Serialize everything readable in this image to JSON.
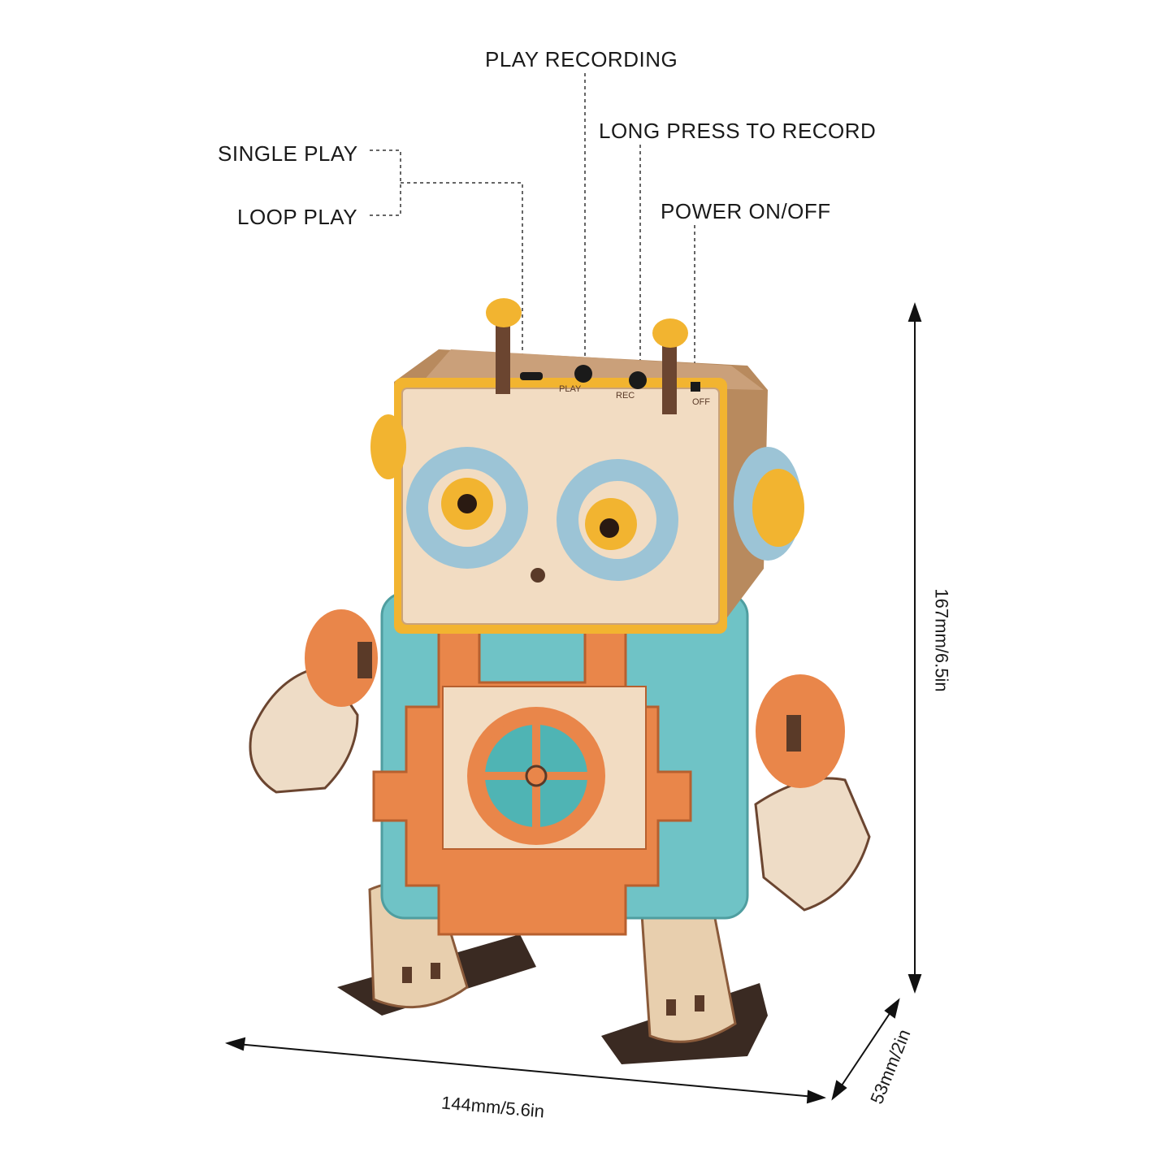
{
  "labels": {
    "play_recording": "PLAY RECORDING",
    "long_press": "LONG PRESS TO RECORD",
    "single_play": "SINGLE PLAY",
    "loop_play": "LOOP PLAY",
    "power": "POWER ON/OFF"
  },
  "buttons": {
    "play": "PLAY",
    "rec": "REC",
    "off": "OFF"
  },
  "dimensions": {
    "height": "167mm/6.5in",
    "width": "144mm/5.6in",
    "depth": "53mm/2in"
  },
  "colors": {
    "wood": "#e8cfae",
    "dark_wood": "#8a5a3a",
    "orange": "#e9864a",
    "teal": "#6fc3c6",
    "yellow": "#f2b430",
    "light_blue": "#9cc4d6"
  }
}
